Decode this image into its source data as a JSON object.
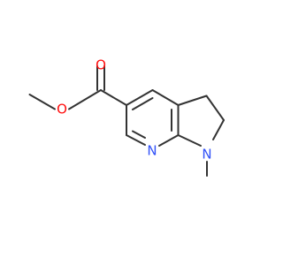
{
  "molecule": {
    "atoms": [
      {
        "id": "O_methoxy",
        "label": "O",
        "color": "#ff0d0d"
      },
      {
        "id": "O_carbonyl",
        "label": "O",
        "color": "#ff0d0d"
      },
      {
        "id": "N_pyridine",
        "label": "N",
        "color": "#3050f8"
      },
      {
        "id": "N_pyrroline",
        "label": "N",
        "color": "#3050f8"
      }
    ],
    "bond_color": "#333333"
  }
}
